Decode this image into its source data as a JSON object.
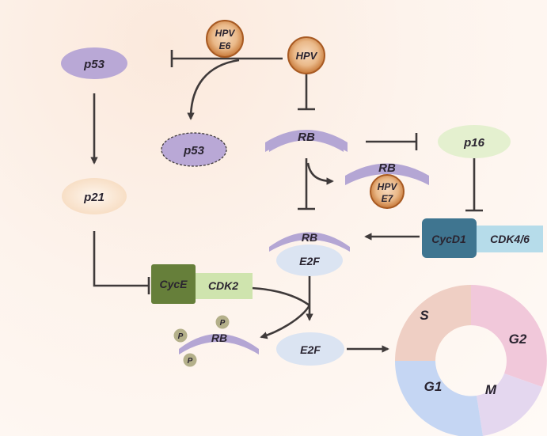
{
  "nodes": {
    "p53_top": "p53",
    "p53_degraded": "p53",
    "p21": "p21",
    "hpv": "HPV",
    "hpv_e6_line1": "HPV",
    "hpv_e6_line2": "E6",
    "rb": "RB",
    "p16": "p16",
    "rb_e7_complex": "RB",
    "hpv_e7_line1": "HPV",
    "hpv_e7_line2": "E7",
    "cycd1": "CycD1",
    "cdk46": "CDK4/6",
    "rb_bound": "RB",
    "e2f_bound": "E2F",
    "cyce": "CycE",
    "cdk2": "CDK2",
    "rb_phospho": "RB",
    "phosphate": "P",
    "e2f_free": "E2F"
  },
  "cell_cycle": {
    "phases": [
      {
        "label": "S",
        "color": "#efcfc4"
      },
      {
        "label": "G2",
        "color": "#f1c8da"
      },
      {
        "label": "M",
        "color": "#e4d7ef"
      },
      {
        "label": "G1",
        "color": "#c5d6f3"
      }
    ]
  },
  "colors": {
    "p53": "#b9a8d6",
    "rb": "#b4a6d4",
    "e2f": "#dbe4f2",
    "p16": "#e4f0cf",
    "p21": "#fbe9d6",
    "hpv": "#cc7f44",
    "cycd1": "#3f7590",
    "cdk46": "#b6dcea",
    "cyce": "#667f3a",
    "cdk2": "#cfe4ae",
    "phosphate": "#b4b08a"
  }
}
